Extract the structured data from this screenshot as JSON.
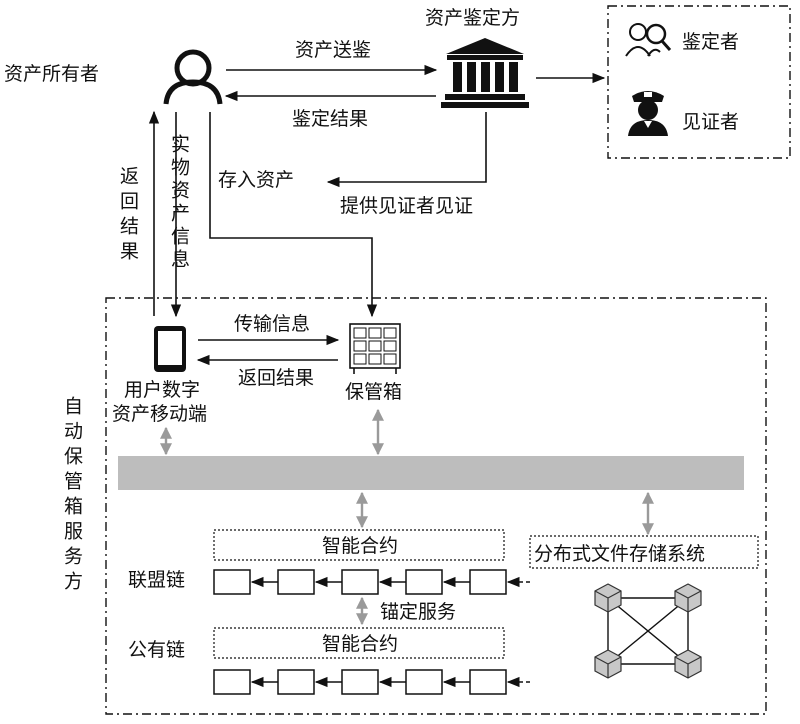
{
  "nodes": {
    "owner": "资产所有者",
    "appraiser": "资产鉴定方",
    "appraiser_role": "鉴定者",
    "witness_role": "见证者",
    "mobile": [
      "用户数字",
      "资产移动端"
    ],
    "safebox": "保管箱",
    "service_area": "自动保管箱服务方",
    "smart_contract_top": "智能合约",
    "smart_contract_bottom": "智能合约",
    "consortium_chain": "联盟链",
    "public_chain": "公有链",
    "distributed_storage": "分布式文件存储系统"
  },
  "edges": {
    "send_appraisal": "资产送鉴",
    "appraisal_result": "鉴定结果",
    "deposit_asset": "存入资产",
    "provide_witness": "提供见证者见证",
    "return_result_vertical": "返回结果",
    "physical_asset_info": "实物资产信息",
    "transfer_info": "传输信息",
    "return_result": "返回结果",
    "anchor_service": "锚定服务"
  },
  "colors": {
    "line": "#111111",
    "gray_arrow": "#9a9a9a",
    "bus_bar": "#bdbdbd"
  }
}
